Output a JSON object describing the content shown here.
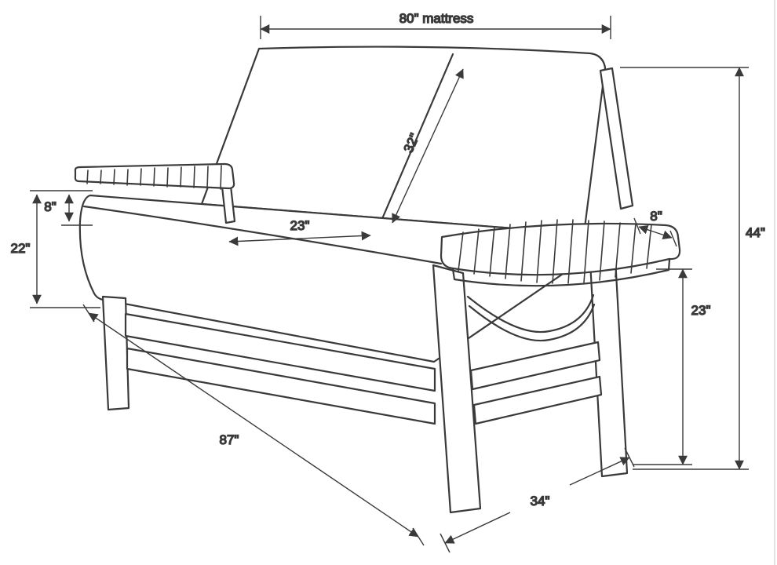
{
  "diagram": {
    "type": "technical-drawing",
    "subject": "futon-sofa-frame-dimension-diagram",
    "labels": {
      "mattress_width": "80\" mattress",
      "back_cushion_length": "32\"",
      "seat_depth": "23\"",
      "arm_to_seat_height": "8\"",
      "seat_edge_height": "22\"",
      "arm_ledge_width": "8\"",
      "overall_height": "44\"",
      "arm_height": "23\"",
      "overall_width": "87\"",
      "overall_depth": "34\""
    },
    "colors": {
      "line": "#3a3a3a",
      "text": "#1f1f1f",
      "background": "#ffffff"
    }
  }
}
